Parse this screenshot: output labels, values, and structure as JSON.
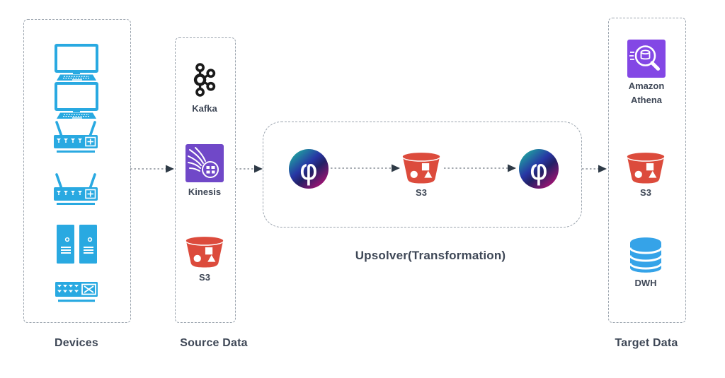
{
  "groups": {
    "devices": {
      "label": "Devices"
    },
    "source": {
      "label": "Source Data",
      "kafka_label": "Kafka",
      "kinesis_label": "Kinesis",
      "s3_label": "S3"
    },
    "transformation": {
      "label": "Upsolver(Transformation)",
      "s3_label": "S3"
    },
    "target": {
      "label": "Target Data",
      "athena_label": "Amazon Athena",
      "s3_label": "S3",
      "dwh_label": "DWH"
    }
  },
  "icons": {
    "upsolver_glyph": "φ"
  },
  "colors": {
    "device_blue": "#29A9E1",
    "kafka_black": "#1A1A1A",
    "kinesis_purple": "#7048C8",
    "athena_purple": "#8347E5",
    "s3_red": "#DC4B3C",
    "dwh_blue": "#35A3E8",
    "label_text": "#3E4756",
    "upsolver_teal": "#1CBF9E",
    "upsolver_navy": "#232A9C",
    "upsolver_magenta": "#C31076",
    "arrow_line": "#8A9099",
    "arrow_head": "#2E3A46",
    "box_border": "#9AA3AD"
  }
}
